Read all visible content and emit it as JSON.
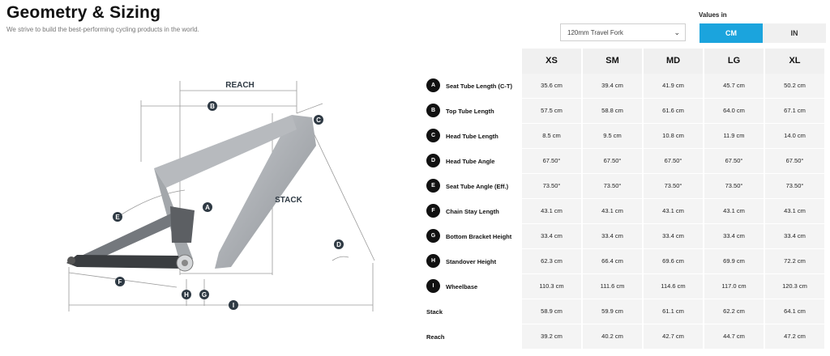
{
  "header": {
    "title": "Geometry & Sizing",
    "subtitle": "We strive to build the best-performing cycling products in the world."
  },
  "fork_select": {
    "value": "120mm Travel Fork"
  },
  "units": {
    "label": "Values in",
    "options": [
      "CM",
      "IN"
    ],
    "selected": "CM"
  },
  "diagram": {
    "reach_label": "REACH",
    "stack_label": "STACK",
    "markers": [
      "A",
      "B",
      "C",
      "D",
      "E",
      "F",
      "G",
      "H",
      "I"
    ]
  },
  "table": {
    "sizes": [
      "XS",
      "SM",
      "MD",
      "LG",
      "XL"
    ],
    "rows": [
      {
        "badge": "A",
        "label": "Seat Tube Length (C-T)",
        "values": [
          "35.6 cm",
          "39.4 cm",
          "41.9 cm",
          "45.7 cm",
          "50.2 cm"
        ]
      },
      {
        "badge": "B",
        "label": "Top Tube Length",
        "values": [
          "57.5 cm",
          "58.8 cm",
          "61.6 cm",
          "64.0 cm",
          "67.1 cm"
        ]
      },
      {
        "badge": "C",
        "label": "Head Tube Length",
        "values": [
          "8.5 cm",
          "9.5 cm",
          "10.8 cm",
          "11.9 cm",
          "14.0 cm"
        ]
      },
      {
        "badge": "D",
        "label": "Head Tube Angle",
        "values": [
          "67.50°",
          "67.50°",
          "67.50°",
          "67.50°",
          "67.50°"
        ]
      },
      {
        "badge": "E",
        "label": "Seat Tube Angle (Eff.)",
        "values": [
          "73.50°",
          "73.50°",
          "73.50°",
          "73.50°",
          "73.50°"
        ]
      },
      {
        "badge": "F",
        "label": "Chain Stay Length",
        "values": [
          "43.1 cm",
          "43.1 cm",
          "43.1 cm",
          "43.1 cm",
          "43.1 cm"
        ]
      },
      {
        "badge": "G",
        "label": "Bottom Bracket Height",
        "values": [
          "33.4 cm",
          "33.4 cm",
          "33.4 cm",
          "33.4 cm",
          "33.4 cm"
        ]
      },
      {
        "badge": "H",
        "label": "Standover Height",
        "values": [
          "62.3 cm",
          "66.4 cm",
          "69.6 cm",
          "69.9 cm",
          "72.2 cm"
        ]
      },
      {
        "badge": "I",
        "label": "Wheelbase",
        "values": [
          "110.3 cm",
          "111.6 cm",
          "114.6 cm",
          "117.0 cm",
          "120.3 cm"
        ]
      },
      {
        "badge": "",
        "label": "Stack",
        "values": [
          "58.9 cm",
          "59.9 cm",
          "61.1 cm",
          "62.2 cm",
          "64.1 cm"
        ]
      },
      {
        "badge": "",
        "label": "Reach",
        "values": [
          "39.2 cm",
          "40.2 cm",
          "42.7 cm",
          "44.7 cm",
          "47.2 cm"
        ]
      }
    ]
  }
}
